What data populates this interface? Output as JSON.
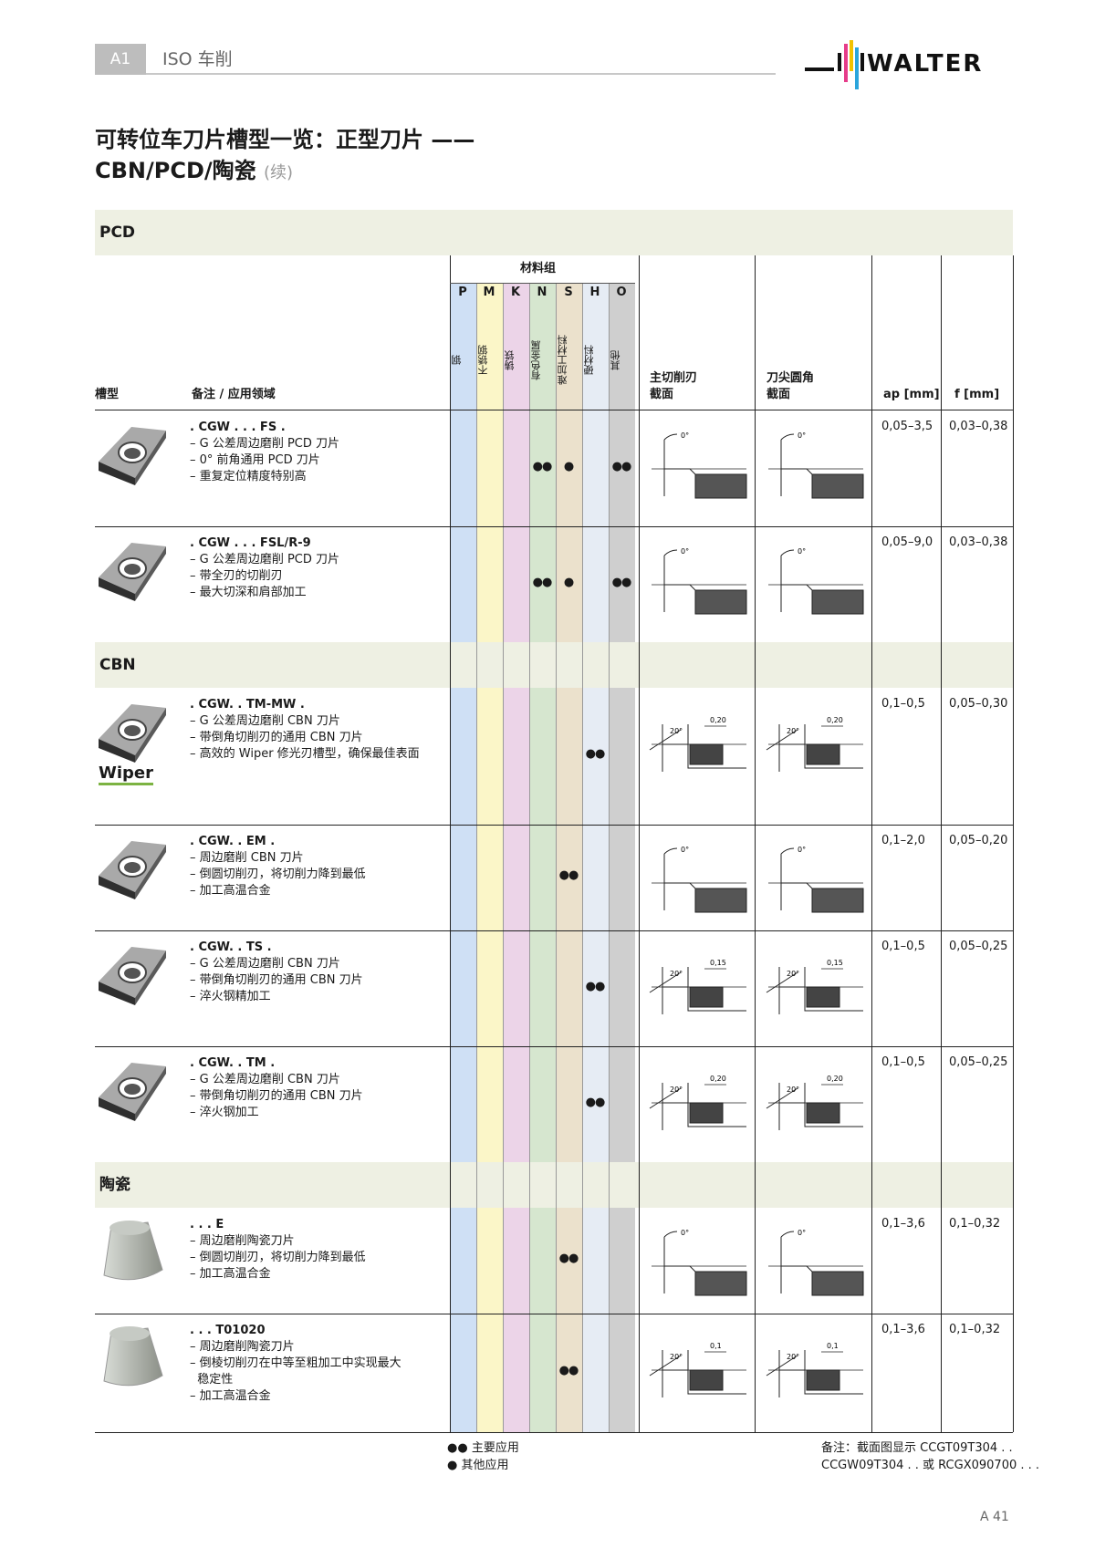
{
  "header": {
    "section": "A1",
    "section_title": "ISO 车削",
    "brand": "WALTER"
  },
  "title": {
    "line1": "可转位车刀片槽型一览：正型刀片 ——",
    "line2": "CBN/PCD/陶瓷",
    "cont": "(续)"
  },
  "columns": {
    "geometry": "槽型",
    "remarks": "备注 / 应用领域",
    "material_group": "材料组",
    "letters": [
      "P",
      "M",
      "K",
      "N",
      "S",
      "H",
      "O"
    ],
    "materials": [
      "钢",
      "不锈钢",
      "铸铁",
      "有色金属",
      "难加工材料",
      "硬材料",
      "其他"
    ],
    "material_colors": [
      "#cfe0f5",
      "#fbf6c8",
      "#ecd4e8",
      "#d6e6cf",
      "#ebe1cc",
      "#e6ecf4",
      "#cfcfcf"
    ],
    "main_edge": "主切削刃\n截面",
    "corner": "刀尖圆角\n截面",
    "ap": "ap [mm]",
    "f": "f [mm]"
  },
  "sections": [
    {
      "name": "PCD",
      "rows": [
        {
          "code": ". CGW . . . FS .",
          "notes": [
            "– G 公差周边磨削 PCD 刀片",
            "– 0° 前角通用 PCD 刀片",
            "– 重复定位精度特别高"
          ],
          "marks": {
            "N": "●●",
            "S": "●",
            "O": "●●"
          },
          "ap": "0,05–3,5",
          "f": "0,03–0,38",
          "angle": "0°",
          "wiper": ""
        },
        {
          "code": ". CGW . . . FSL/R-9",
          "notes": [
            "– G 公差周边磨削 PCD 刀片",
            "– 带全刃的切削刃",
            "– 最大切深和肩部加工"
          ],
          "marks": {
            "N": "●●",
            "S": "●",
            "O": "●●"
          },
          "ap": "0,05–9,0",
          "f": "0,03–0,38",
          "angle": "0°",
          "wiper": ""
        }
      ]
    },
    {
      "name": "CBN",
      "rows": [
        {
          "code": ". CGW. . TM-MW .",
          "notes": [
            "– G 公差周边磨削 CBN 刀片",
            "– 带倒角切削刃的通用 CBN 刀片",
            "– 高效的 Wiper 修光刃槽型，确保最佳表面"
          ],
          "marks": {
            "H": "●●"
          },
          "ap": "0,1–0,5",
          "f": "0,05–0,30",
          "angle": "20°",
          "land": "0,20",
          "wiper": "Wiper"
        },
        {
          "code": ". CGW. . EM .",
          "notes": [
            "– 周边磨削 CBN 刀片",
            "– 倒圆切削刃，将切削力降到最低",
            "– 加工高温合金"
          ],
          "marks": {
            "S": "●●"
          },
          "ap": "0,1–2,0",
          "f": "0,05–0,20",
          "angle": "0°",
          "wiper": ""
        },
        {
          "code": ". CGW. . TS .",
          "notes": [
            "– G 公差周边磨削 CBN 刀片",
            "– 带倒角切削刃的通用 CBN 刀片",
            "– 淬火钢精加工"
          ],
          "marks": {
            "H": "●●"
          },
          "ap": "0,1–0,5",
          "f": "0,05–0,25",
          "angle": "20°",
          "land": "0,15",
          "wiper": ""
        },
        {
          "code": ". CGW. . TM .",
          "notes": [
            "– G 公差周边磨削 CBN 刀片",
            "– 带倒角切削刃的通用 CBN 刀片",
            "– 淬火钢加工"
          ],
          "marks": {
            "H": "●●"
          },
          "ap": "0,1–0,5",
          "f": "0,05–0,25",
          "angle": "20°",
          "land": "0,20",
          "wiper": ""
        }
      ]
    },
    {
      "name": "陶瓷",
      "rows": [
        {
          "code": ". . . E",
          "notes": [
            "– 周边磨削陶瓷刀片",
            "– 倒圆切削刃，将切削力降到最低",
            "– 加工高温合金"
          ],
          "marks": {
            "S": "●●"
          },
          "ap": "0,1–3,6",
          "f": "0,1–0,32",
          "angle": "0°",
          "wiper": ""
        },
        {
          "code": ". . . T01020",
          "notes": [
            "– 周边磨削陶瓷刀片",
            "– 倒棱切削刃在中等至粗加工中实现最大",
            "  稳定性",
            "– 加工高温合金"
          ],
          "marks": {
            "S": "●●"
          },
          "ap": "0,1–3,6",
          "f": "0,1–0,32",
          "angle": "20°",
          "land": "0,1",
          "wiper": ""
        }
      ]
    }
  ],
  "legend": {
    "main": "●●  主要应用",
    "other": "●  其他应用"
  },
  "note": {
    "line1": "备注：截面图显示 CCGT09T304 . .",
    "line2": "CCGW09T304 . . 或 RCGX090700 . . ."
  },
  "page_number": "A 41"
}
